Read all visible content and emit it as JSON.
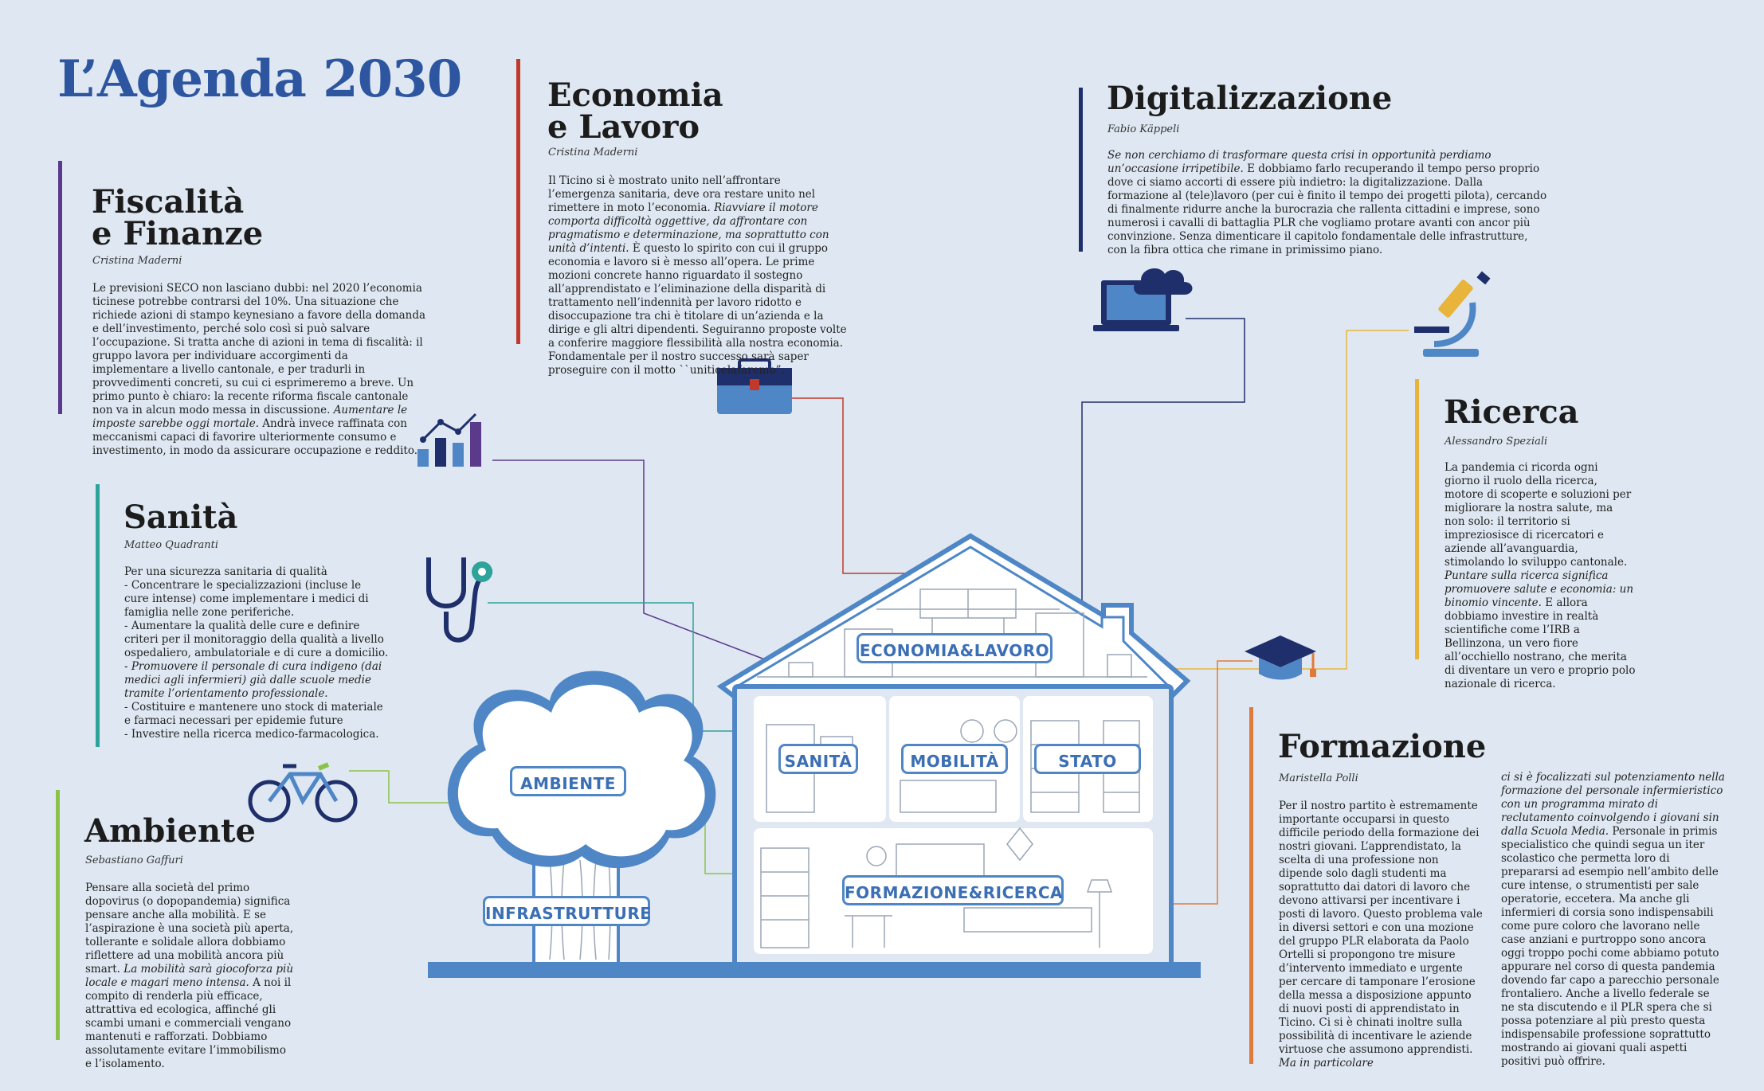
{
  "title": "L’Agenda 2030",
  "sections": {
    "fiscalita": {
      "title_line1": "Fiscalità",
      "title_line2": "e Finanze",
      "author": "Cristina Maderni",
      "body": "Le previsioni SECO non lasciano dubbi: nel 2020 l’economia ticinese potrebbe contrarsi del 10%. Una situazione che richiede azioni di stampo keynesiano a favore della domanda e dell’investimento, perché solo così si può salvare l’occupazione. Si tratta anche di azioni in tema di fiscalità: il gruppo lavora per individuare accorgimenti da implementare a livello cantonale, e per tradurli in provvedimenti concreti, su cui ci esprimeremo a breve. Un primo punto è chiaro: la recente riforma fiscale cantonale non va in alcun modo messa in discussione.",
      "body_italic": "Aumentare le imposte sarebbe oggi mortale.",
      "body_end": "Andrà invece raffinata con meccanismi capaci di favorire ulteriormente consumo e investimento, in modo da assicurare occupazione e reddito."
    },
    "economia": {
      "title_line1": "Economia",
      "title_line2": "e Lavoro",
      "author": "Cristina Maderni",
      "body": "Il Ticino si è mostrato unito nell’affrontare l’emergenza sanitaria, deve ora restare unito nel rimettere in moto l’economia.",
      "body_italic": "Riavviare il motore comporta difficoltà oggettive, da affrontare con pragmatismo e determinazione, ma soprattutto con unità d’intenti.",
      "body_end": "È questo lo spirito con cui il gruppo economia e lavoro si è messo all’opera. Le prime mozioni concrete hanno riguardato il sostegno all’apprendistato e l’eliminazione della disparità di trattamento nell’indennità per lavoro ridotto e disoccupazione tra chi è titolare di un’azienda e la dirige e gli altri dipendenti. Seguiranno proposte volte a conferire maggiore flessibilità alla nostra economia. Fondamentale per il nostro successo sarà saper proseguire con il motto ``uniticelafaremo”."
    },
    "digitalizzazione": {
      "title": "Digitalizzazione",
      "author": "Fabio Käppeli",
      "body_italic": "Se non cerchiamo di trasformare questa crisi in opportunità perdiamo un’occasione irripetibile.",
      "body": "E dobbiamo farlo recuperando il tempo perso proprio dove ci siamo accorti di essere più indietro: la digitalizzazione. Dalla formazione al (tele)lavoro (per cui è finito il tempo dei progetti pilota), cercando di finalmente ridurre anche la burocrazia che rallenta cittadini e imprese, sono numerosi i cavalli di battaglia PLR che vogliamo protare avanti con ancor più convinzione. Senza dimenticare il capitolo fondamentale delle infrastrutture, con la fibra ottica che rimane in primissimo piano."
    },
    "sanita": {
      "title": "Sanità",
      "author": "Matteo Quadranti",
      "lines": [
        "Per una sicurezza sanitaria di qualità",
        "- Concentrare le specializzazioni (incluse le cure intense) come implementare i medici di famiglia nelle zone periferiche.",
        "- Aumentare la qualità delle cure e definire criteri per il monitoraggio della qualità a livello ospedaliero, ambulatoriale e di cure a domicilio.",
        "- Promuovere il personale di cura indigeno (dai medici agli infermieri) già dalle scuole medie tramite l’orientamento professionale.",
        "- Costituire e mantenere uno stock di materiale e farmaci necessari per epidemie future",
        "- Investire nella ricerca medico-farmacologica."
      ]
    },
    "ricerca": {
      "title": "Ricerca",
      "author": "Alessandro Speziali",
      "body": "La pandemia ci ricorda ogni giorno il ruolo della ricerca, motore di scoperte e soluzioni per migliorare la nostra salute, ma non solo: il territorio si impreziosisce di ricercatori e aziende all’avanguardia, stimolando lo sviluppo cantonale.",
      "body_italic": "Puntare sulla ricerca significa promuovere salute e economia: un binomio vincente.",
      "body_end": "E allora dobbiamo investire in realtà scientifiche come l’IRB a Bellinzona, un vero fiore all’occhiello nostrano, che merita di diventare un vero e proprio polo nazionale di ricerca."
    },
    "ambiente": {
      "title": "Ambiente",
      "author": "Sebastiano Gaffuri",
      "body": "Pensare alla società del primo dopovirus (o dopopandemia) significa pensare anche alla mobilità. E se l’aspirazione è una società più aperta, tollerante e solidale allora dobbiamo riflettere ad una mobilità ancora più smart.",
      "body_italic": "La mobilità sarà giocoforza più locale e magari meno intensa.",
      "body_end": "A noi il compito di renderla più efficace, attrattiva ed ecologica, affinché gli scambi umani e commerciali vengano mantenuti e rafforzati. Dobbiamo assolutamente evitare l’immobilismo e l’isolamento."
    },
    "formazione": {
      "title": "Formazione",
      "author": "Maristella Polli",
      "col1": "Per il nostro partito è estremamente importante occuparsi in questo difficile periodo della formazione dei nostri giovani. L’apprendistato, la scelta di una professione non dipende solo dagli studenti ma soprattutto dai datori di lavoro che devono attivarsi per incentivare i posti di lavoro. Questo problema vale in diversi settori e con una mozione del gruppo PLR elaborata da Paolo Ortelli si propongono tre misure d’intervento immediato e urgente per cercare di tamponare l’erosione della messa a disposizione appunto di nuovi posti di apprendistato in Ticino. Ci si è chinati inoltre sulla possibilità di incentivare le aziende virtuose che assumono apprendisti.",
      "col1_italic": "Ma in particolare",
      "col2_italic": "ci si è focalizzati sul potenziamento nella formazione del personale infermieristico con un programma mirato di reclutamento coinvolgendo i giovani sin dalla Scuola Media.",
      "col2": "Personale in primis specialistico che quindi segua un iter scolastico che permetta loro di prepararsi ad esempio nell’ambito delle cure intense, o strumentisti per sale operatorie, eccetera. Ma anche gli infermieri di corsia sono indispensabili come pure coloro che lavorano nelle case anziani e purtroppo sono ancora oggi troppo pochi come abbiamo potuto appurare nel corso di questa pandemia dovendo far capo a parecchio personale frontaliero. Anche a livello federale se ne sta discutendo e il PLR spera che si possa potenziare al più presto questa indispensabile professione soprattutto mostrando ai giovani quali aspetti positivi può offrire."
    }
  },
  "house_labels": {
    "economia": "ECONOMIA&LAVORO",
    "sanita": "SANITÀ",
    "mobilita": "MOBILITÀ",
    "stato": "STATO",
    "formazione": "FORMAZIONE&RICERCA",
    "ambiente": "AMBIENTE",
    "infrastrutture": "INFRASTRUTTURE"
  },
  "colors": {
    "title": "#2d55a0",
    "fiscalita": "#5b3a8c",
    "economia": "#c0392b",
    "digitalizzazione": "#1f2f6b",
    "sanita": "#2ea39a",
    "ricerca": "#e8b43c",
    "ambiente": "#8bc34a",
    "formazione": "#e07a3c",
    "house": "#4f86c6"
  }
}
